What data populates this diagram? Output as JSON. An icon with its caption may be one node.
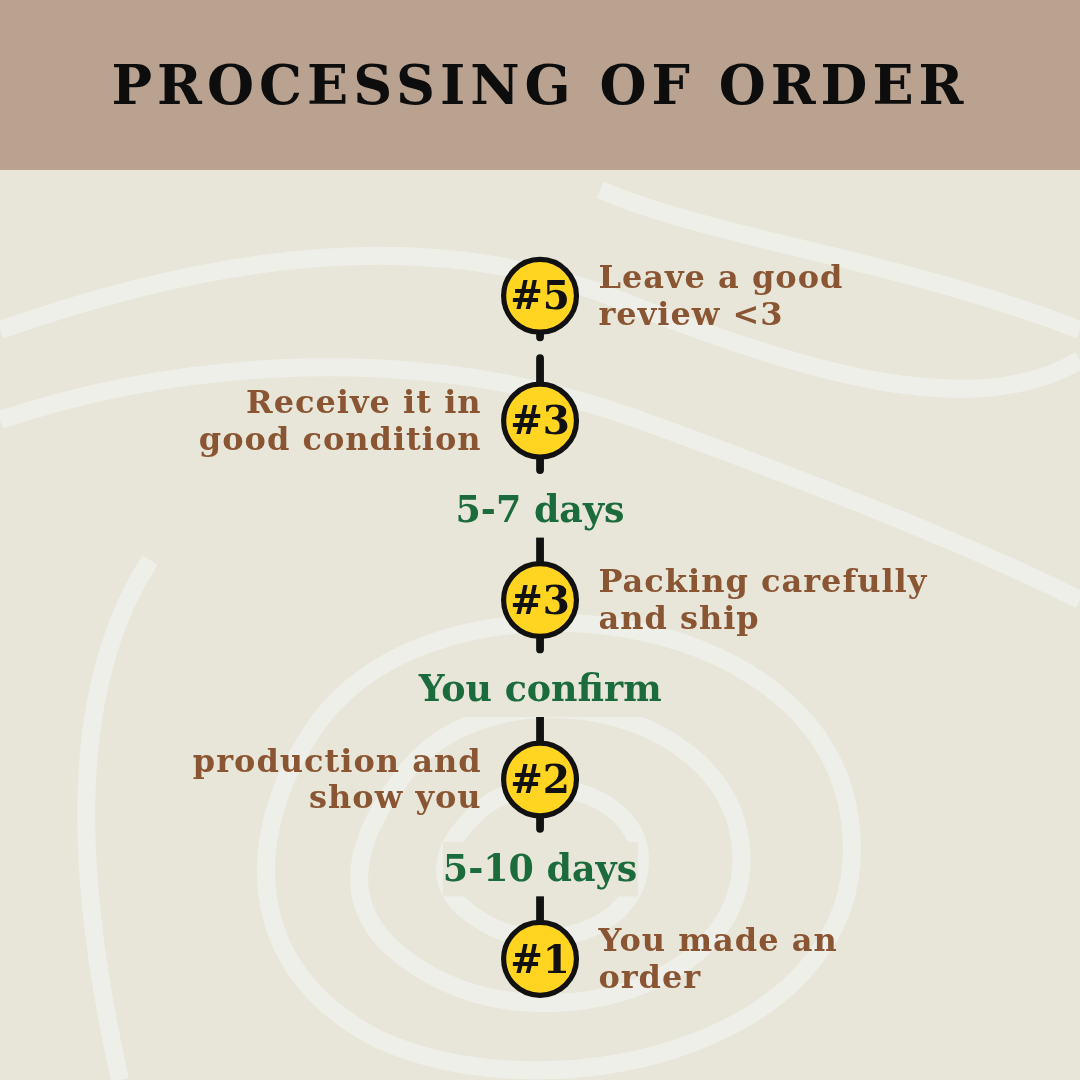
{
  "diagram": {
    "title": "PROCESSING OF ORDER",
    "nodes": [
      {
        "text": [
          "#1"
        ],
        "beside": [
          "You made an order"
        ]
      },
      {
        "text": [
          "#2"
        ],
        "beside": [
          "production and show you"
        ]
      },
      {
        "text": [
          "#3"
        ],
        "beside": [
          "Packing carefully and ship"
        ]
      },
      {
        "text": [
          "#3"
        ],
        "beside": [
          "Receive it in good condition"
        ]
      },
      {
        "text": [
          "#5"
        ],
        "beside": [
          "Leave a good review <3"
        ]
      }
    ],
    "edges": [
      {
        "from": 0,
        "to": 1,
        "arrow": "none",
        "style": "dashed",
        "label": "5-10 days"
      },
      {
        "from": 1,
        "to": 2,
        "arrow": "none",
        "style": "dashed",
        "label": "You confirm"
      },
      {
        "from": 2,
        "to": 3,
        "arrow": "none",
        "style": "dashed",
        "label": "5-7 days"
      },
      {
        "from": 3,
        "to": 4,
        "arrow": "none",
        "style": "dashed"
      }
    ]
  }
}
